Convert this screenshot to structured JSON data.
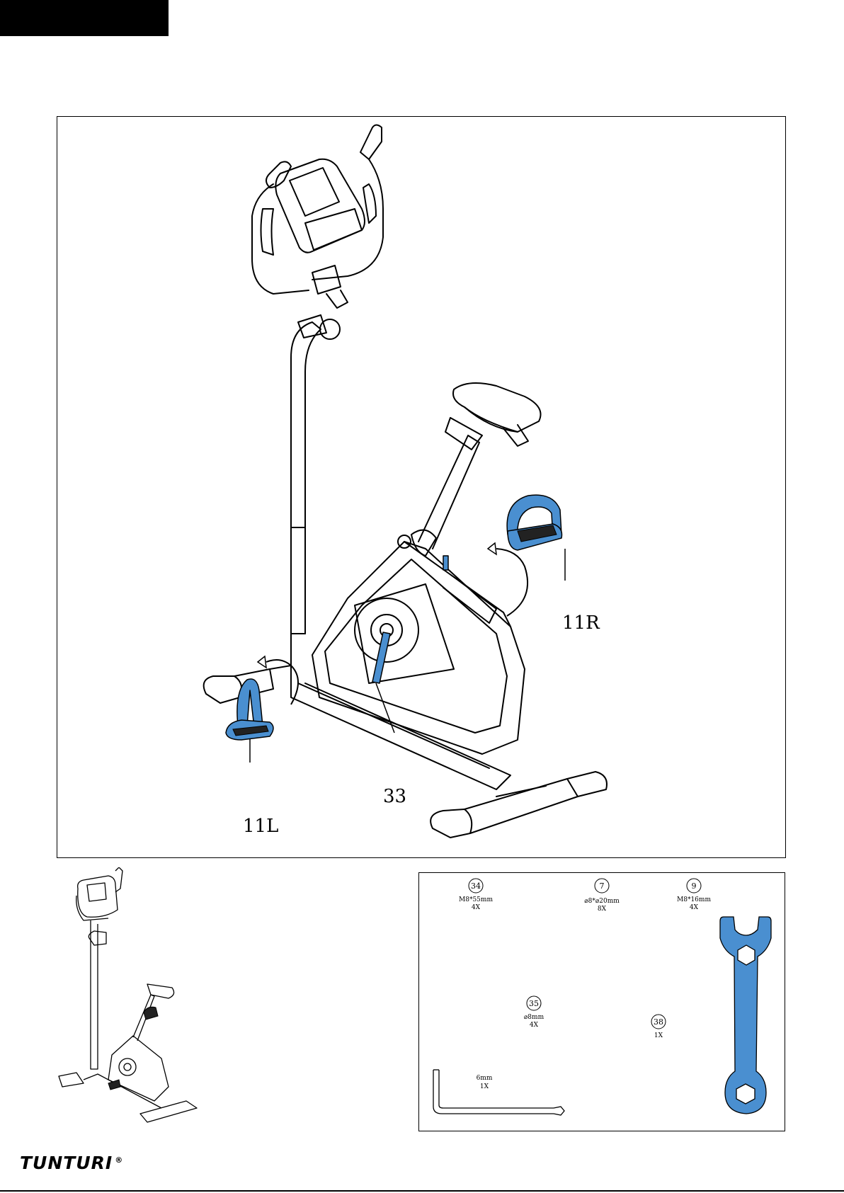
{
  "main_figure": {
    "callouts": {
      "pedal_right": "11R",
      "pedal_left": "11L",
      "crank": "33"
    }
  },
  "parts": [
    {
      "number": "34",
      "spec": "M8*55mm",
      "qty": "4X"
    },
    {
      "number": "7",
      "spec": "⌀8*⌀20mm",
      "qty": "8X"
    },
    {
      "number": "9",
      "spec": "M8*16mm",
      "qty": "4X"
    },
    {
      "number": "35",
      "spec": "⌀8mm",
      "qty": "4X"
    },
    {
      "number": "38",
      "spec": "",
      "qty": "1X"
    },
    {
      "number": "",
      "spec": "6mm",
      "qty": "1X"
    }
  ],
  "brand": {
    "logo_text": "TUNTURI",
    "registered": "®"
  },
  "colors": {
    "accent_blue": "#4a8fd0",
    "line": "#000000"
  }
}
